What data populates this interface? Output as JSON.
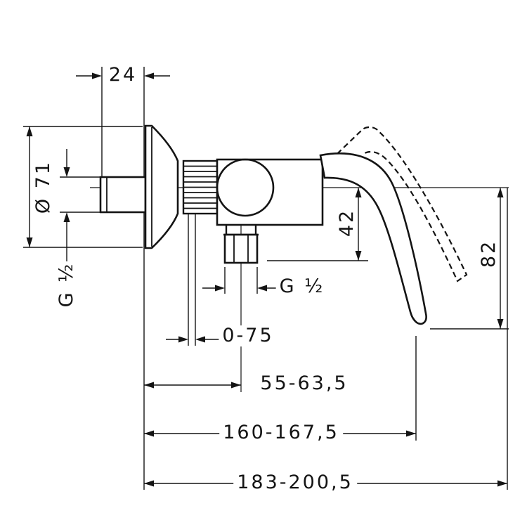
{
  "drawing": {
    "type": "technical-dimension-drawing",
    "subject": "wall-mounted single-lever shower mixer with escutcheon, check-valve connector and lever handle (solid = lowered position, dashed = raised position)",
    "colors": {
      "line": "#141414",
      "background": "#ffffff"
    },
    "units": "mm",
    "dimensions": {
      "top_width": "24",
      "flange_diameter": "Ø 71",
      "inlet_thread": "G ½",
      "outlet_thread": "G ½",
      "center_to_outlet": "42",
      "center_to_lever_end": "82",
      "adjustable_depth": "0-75",
      "wall_to_outlet_center": "55-63,5",
      "wall_to_lever_tip": "160-167,5",
      "overall_depth": "183-200,5"
    }
  }
}
